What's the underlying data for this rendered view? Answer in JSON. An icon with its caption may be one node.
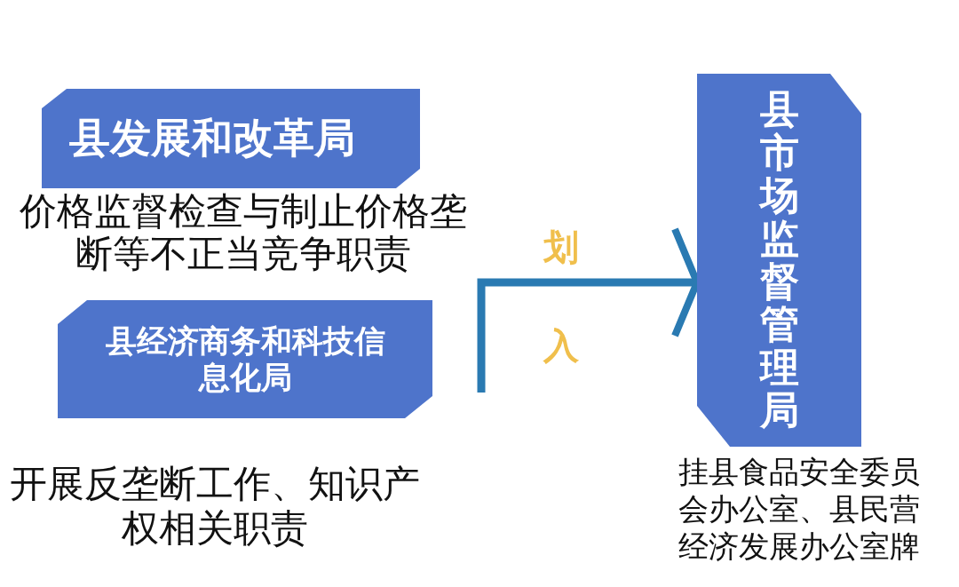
{
  "diagram": {
    "nodes": [
      {
        "text": [
          "县发展和改革局"
        ],
        "beside": [
          "价格监督检查与制止价格垄断等不正当竞争职责"
        ]
      },
      {
        "text": [
          "县经济商务和科技信息化局"
        ],
        "beside": [
          "开展反垄断工作、知识产权相关职责"
        ]
      },
      {
        "text": [
          "县市场监督管理局"
        ],
        "beside": [
          "挂县食品安全委员会办公室、县民营经济发展办公室牌"
        ]
      }
    ],
    "edges": [
      {
        "from": null,
        "to": 2,
        "arrow": "to"
      }
    ],
    "labels": [
      "划",
      "入"
    ]
  }
}
